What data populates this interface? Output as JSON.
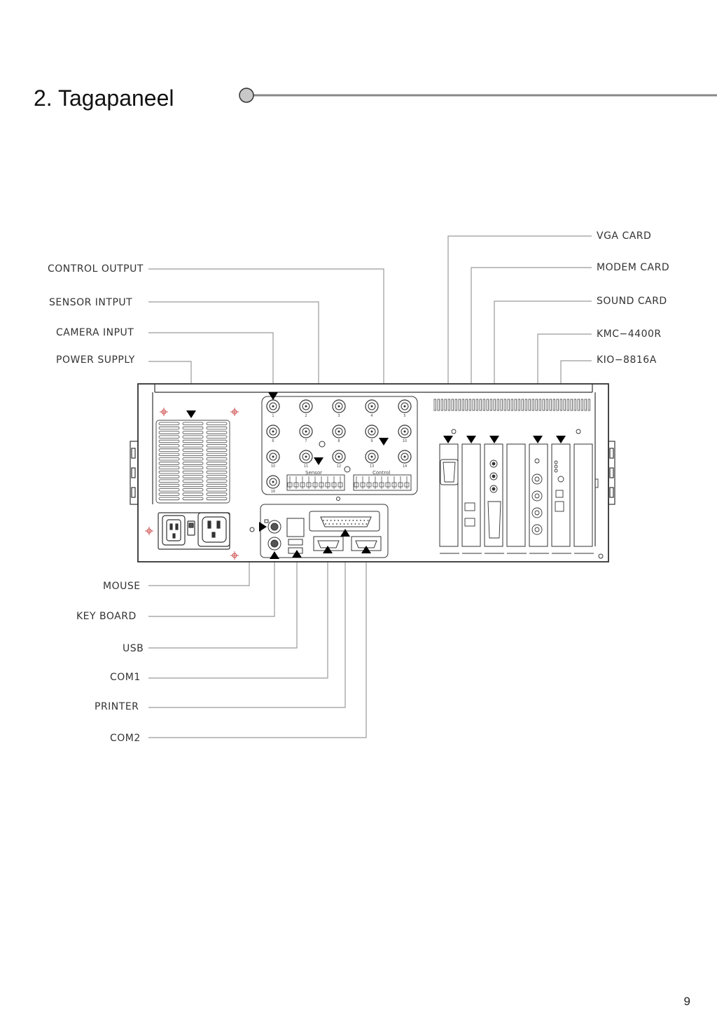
{
  "header": {
    "title": "2. Tagapaneel"
  },
  "labels_left_top": {
    "control_output": "CONTROL OUTPUT",
    "sensor_input": "SENSOR INTPUT",
    "camera_input": "CAMERA INPUT",
    "power_supply": "POWER SUPPLY"
  },
  "labels_right": {
    "vga_card": "VGA CARD",
    "modem_card": "MODEM CARD",
    "sound_card": "SOUND CARD",
    "kmc": "KMC−4400R",
    "kio": "KIO−8816A"
  },
  "labels_bottom": {
    "mouse": "MOUSE",
    "keyboard": "KEY BOARD",
    "usb": "USB",
    "com1": "COM1",
    "printer": "PRINTER",
    "com2": "COM2"
  },
  "panel": {
    "bnc_numbers": [
      "1",
      "2",
      "3",
      "4",
      "5",
      "6",
      "7",
      "8",
      "9",
      "10",
      "10",
      "11",
      "12",
      "13",
      "14",
      "16"
    ],
    "sensor_label": "Sensor",
    "control_label": "Control"
  },
  "footer": {
    "page_number": "9"
  }
}
